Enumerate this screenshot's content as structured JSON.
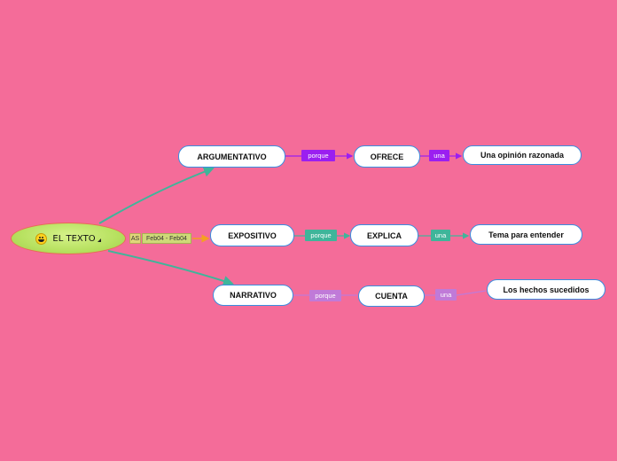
{
  "root": {
    "label": "EL TEXTO",
    "emoji": "smiley-icon",
    "note": "note-icon"
  },
  "root_tags": {
    "as": "AS",
    "dates": "Feb04 - Feb04"
  },
  "branches": [
    {
      "type": "ARGUMENTATIVO",
      "connector1": "porque",
      "verb": "OFRECE",
      "connector2": "una",
      "result": "Una opinión razonada",
      "color": "#9b1ff0"
    },
    {
      "type": "EXPOSITIVO",
      "connector1": "porque",
      "verb": "EXPLICA",
      "connector2": "una",
      "result": "Tema para entender",
      "color": "#3fb59a"
    },
    {
      "type": "NARRATIVO",
      "connector1": "porque",
      "verb": "CUENTA",
      "connector2": "una",
      "result": "Los hechos sucedidos",
      "color": "#c07ad8"
    }
  ],
  "colors": {
    "background": "#f46c99",
    "root_fill": "#b7e160",
    "node_border": "#3a8ee0",
    "trunk": "#3fb59a"
  }
}
